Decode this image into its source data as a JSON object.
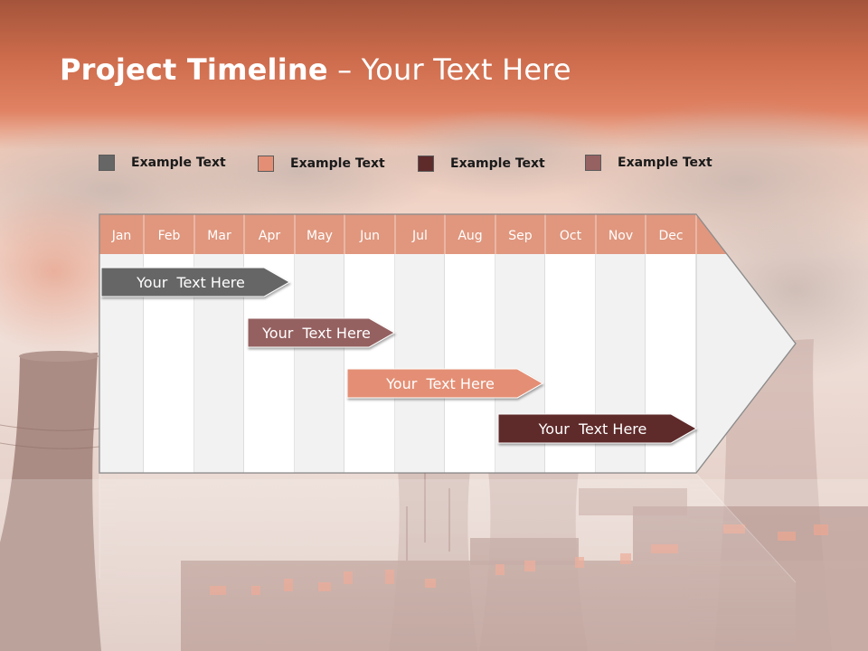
{
  "slide": {
    "title_bold": "Project Timeline",
    "title_rest": " – Your Text Here"
  },
  "legend": [
    {
      "label": "Example Text",
      "color": "#666666"
    },
    {
      "label": "Example Text",
      "color": "#e48f75"
    },
    {
      "label": "Example Text",
      "color": "#5f2a2a"
    },
    {
      "label": "Example Text",
      "color": "#956161"
    }
  ],
  "timeline": {
    "months": [
      "Jan",
      "Feb",
      "Mar",
      "Apr",
      "May",
      "Jun",
      "Jul",
      "Aug",
      "Sep",
      "Oct",
      "Nov",
      "Dec"
    ],
    "header_color": "#e0977e",
    "tasks": [
      {
        "label": "Your  Text Here",
        "color": "#666666"
      },
      {
        "label": "Your  Text Here",
        "color": "#956161"
      },
      {
        "label": "Your  Text Here",
        "color": "#e48f75"
      },
      {
        "label": "Your  Text Here",
        "color": "#5f2a2a"
      }
    ]
  }
}
